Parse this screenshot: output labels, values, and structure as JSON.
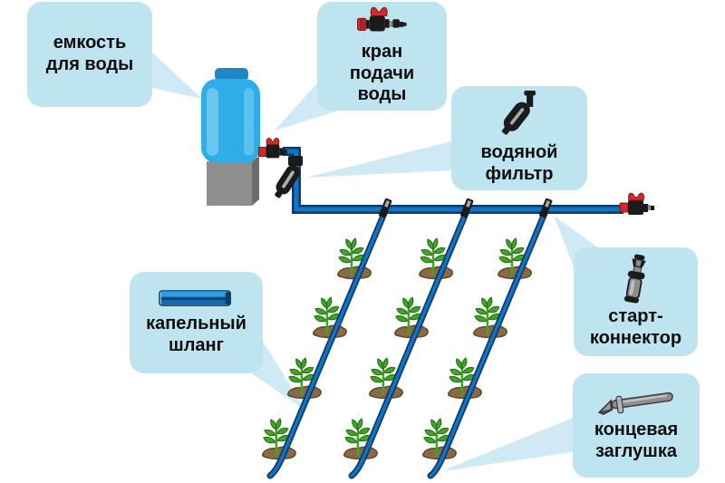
{
  "callouts": {
    "tank": {
      "line1": "емкость",
      "line2": "для воды"
    },
    "supply_valve": {
      "line1": "кран",
      "line2": "подачи",
      "line3": "воды",
      "icon": "supply-valve-icon"
    },
    "filter": {
      "line1": "водяной",
      "line2": "фильтр",
      "icon": "water-filter-icon"
    },
    "drip_hose": {
      "line1": "капельный",
      "line2": "шланг",
      "icon": "drip-hose-icon"
    },
    "start_connector": {
      "line1": "старт-",
      "line2": "коннектор",
      "icon": "start-connector-icon"
    },
    "end_plug": {
      "line1": "концевая",
      "line2": "заглушка",
      "icon": "end-plug-icon"
    }
  },
  "irrigation": {
    "drip_line_count": 3,
    "plants_per_line": 4
  },
  "colors": {
    "bubble": "#bee4f0",
    "leader": "#cfeaf5",
    "pipe": "#1474c4",
    "pipe_outline": "#0b3c6b",
    "tank": "#2fade6",
    "tank_highlight": "#6ecaf0",
    "tank_lid": "#1d87c9",
    "stand": "#8f8f8f",
    "stand_side": "#6d6d6d",
    "valve_red": "#d42a2a",
    "black_part": "#1b1b1b",
    "metal": "#8d8d8d",
    "leaf": "#3fa723",
    "leaf_dark": "#226b10",
    "soil": "#8a6a45",
    "soil_dark": "#5d4526"
  }
}
